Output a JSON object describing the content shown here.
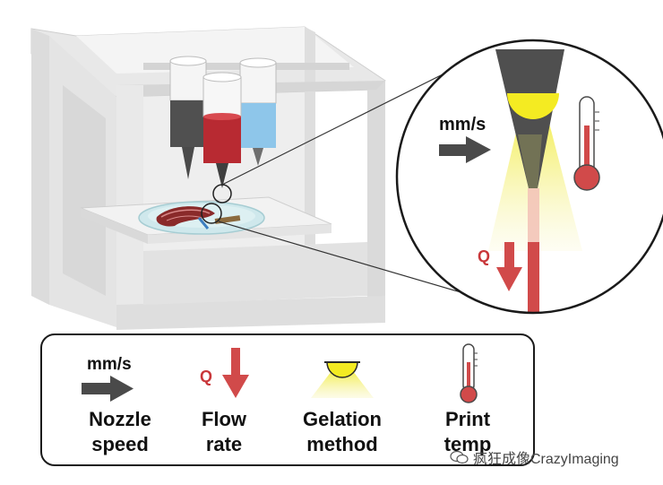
{
  "callout": {
    "speed_unit": "mm/s",
    "flow_symbol": "Q"
  },
  "legend": {
    "items": [
      {
        "key": "nozzle_speed",
        "symbol_text": "mm/s",
        "label_line1": "Nozzle",
        "label_line2": "speed",
        "icon": "arrow-right-icon"
      },
      {
        "key": "flow_rate",
        "symbol_text": "Q",
        "label_line1": "Flow",
        "label_line2": "rate",
        "icon": "arrow-down-icon"
      },
      {
        "key": "gelation_method",
        "symbol_text": "",
        "label_line1": "Gelation",
        "label_line2": "method",
        "icon": "light-cone-icon"
      },
      {
        "key": "print_temp",
        "symbol_text": "",
        "label_line1": "Print",
        "label_line2": "temp",
        "icon": "thermometer-icon"
      }
    ]
  },
  "watermark": {
    "text": "疯狂成像CrazyImaging",
    "icon": "wechat-icon"
  },
  "colors": {
    "arrow_gray": "#4a4a4a",
    "flow_red": "#d14a4a",
    "light_yellow": "#f2ec3a",
    "printer_frame": "#e6e6e6",
    "ink_blue": "#8ec6ea"
  }
}
